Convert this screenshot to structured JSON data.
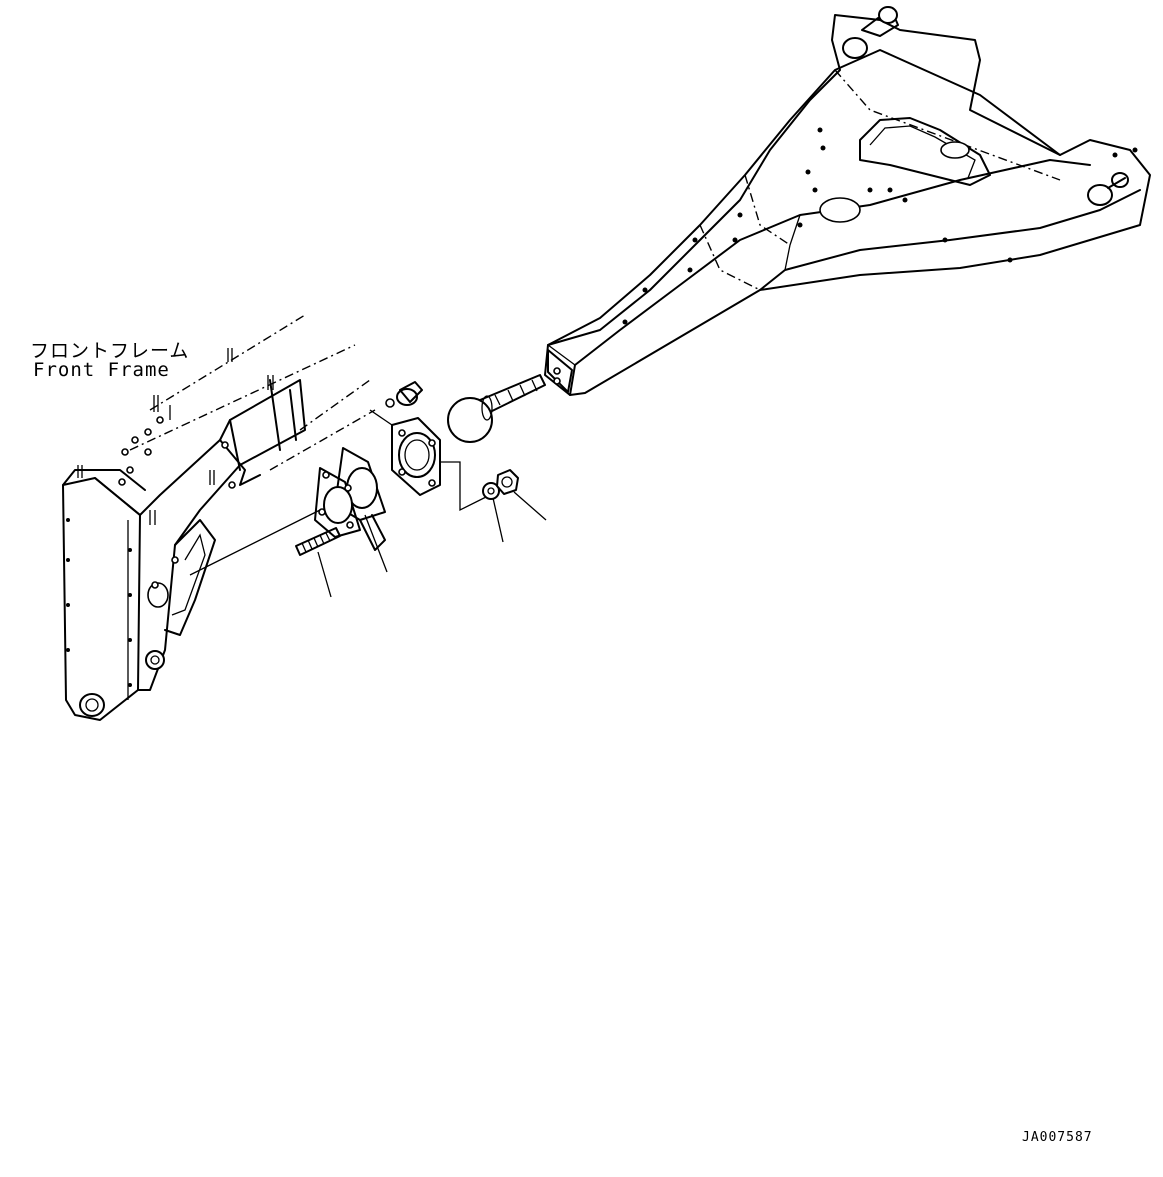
{
  "diagram": {
    "frame_label_jp": "フロントフレーム",
    "frame_label_en": "Front Frame",
    "drawing_id": "JA007587"
  }
}
